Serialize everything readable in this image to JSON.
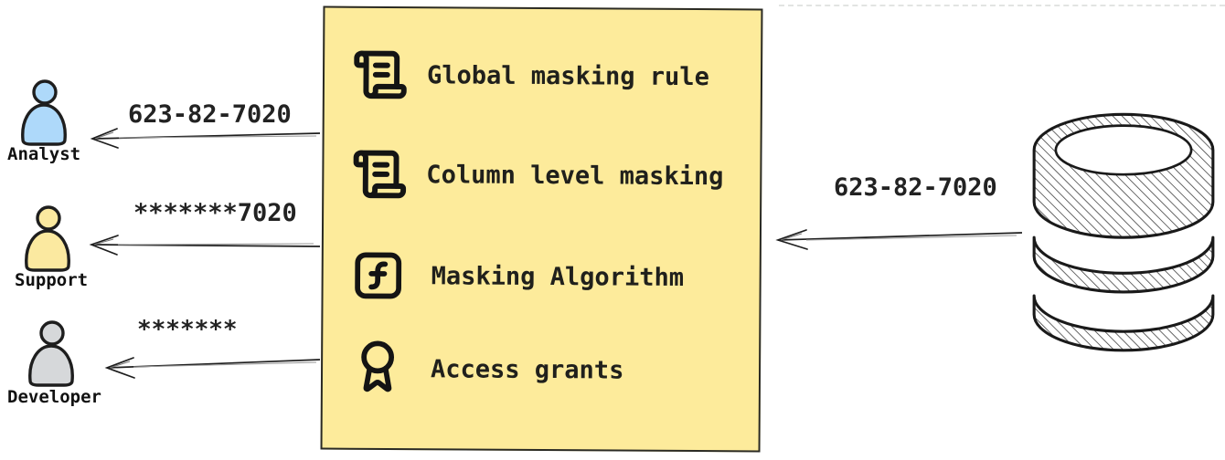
{
  "actors": [
    {
      "label": "Analyst",
      "received_value": "623-82-7020",
      "fill": "#aed9fa"
    },
    {
      "label": "Support",
      "received_value": "*******7020",
      "fill": "#fbe9a0"
    },
    {
      "label": "Developer",
      "received_value": "*******",
      "fill": "#d6d8da"
    }
  ],
  "masking_box": {
    "items": [
      {
        "icon": "scroll-text-icon",
        "label": "Global masking rule"
      },
      {
        "icon": "scroll-text-icon",
        "label": "Column level masking"
      },
      {
        "icon": "function-square-icon",
        "label": "Masking Algorithm"
      },
      {
        "icon": "award-icon",
        "label": "Access grants"
      }
    ],
    "background": "#fdeb9b",
    "border_color": "#2a2a24"
  },
  "database": {
    "name": "database",
    "outgoing_value": "623-82-7020"
  },
  "colors": {
    "stroke": "#1e1e1e",
    "canvas": "#ffffff",
    "hatch": "#3d3d3d"
  }
}
